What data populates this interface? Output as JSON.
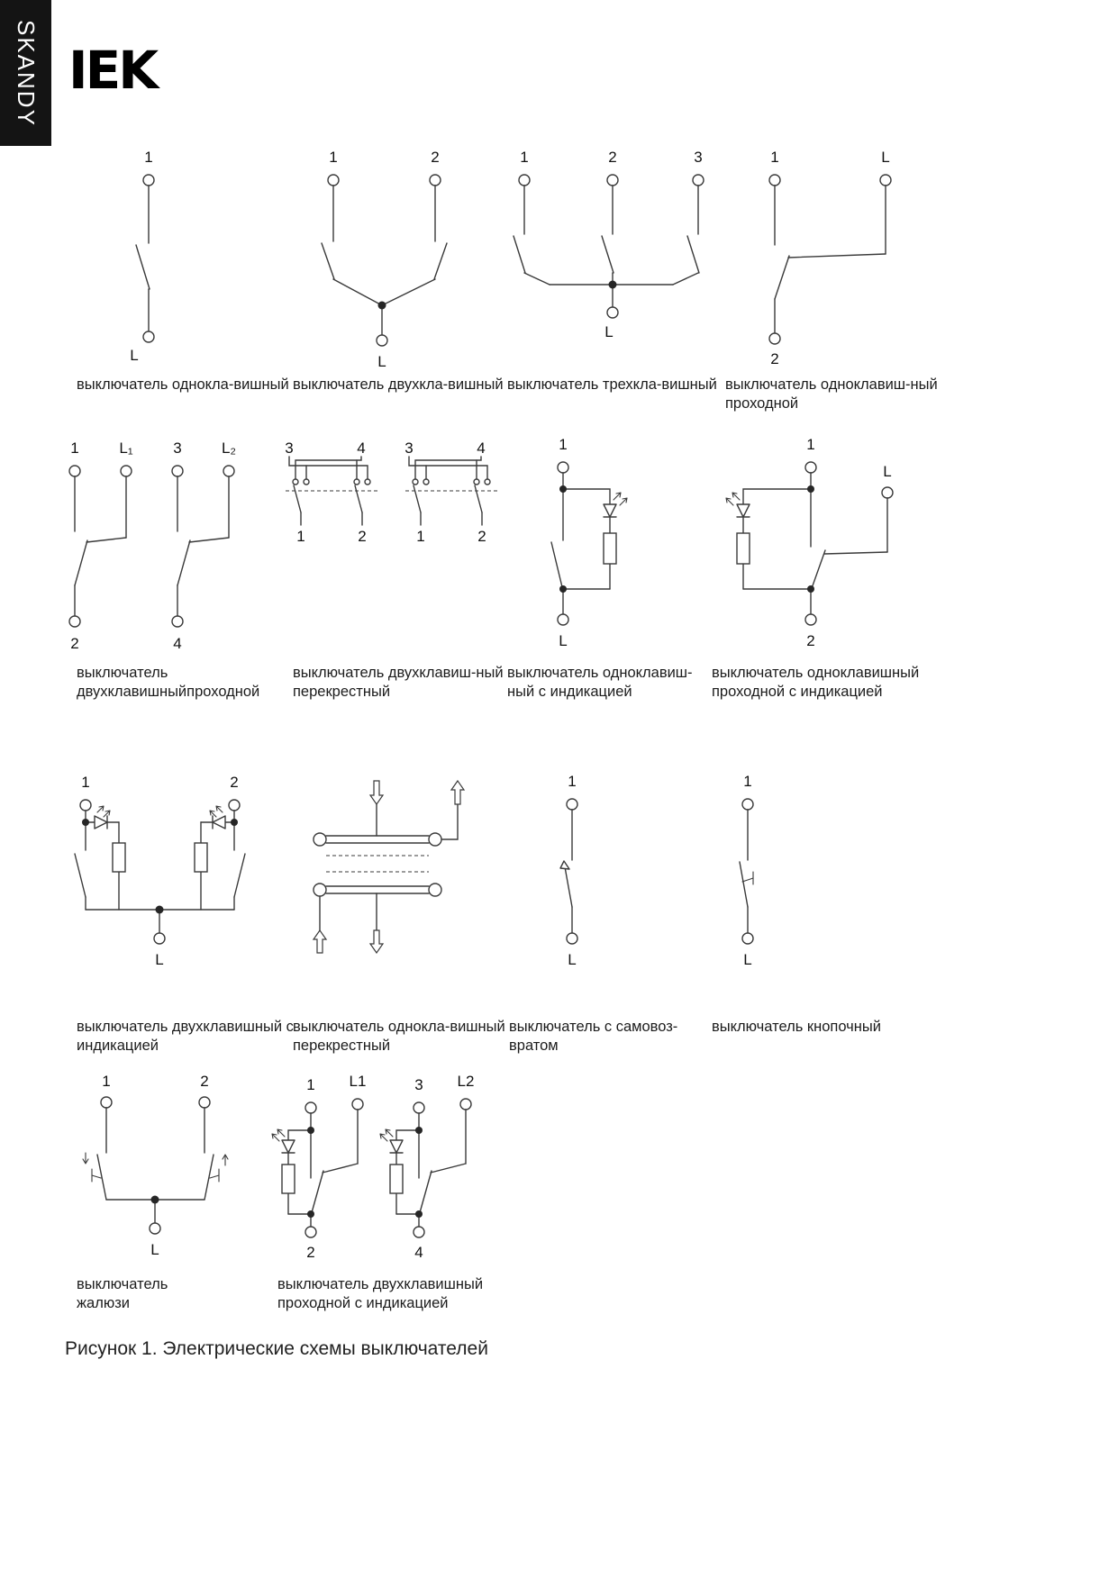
{
  "sidebar": {
    "series": "SKANDY"
  },
  "header": {
    "logo": "IEK"
  },
  "figure": {
    "caption": "Рисунок 1. Электрические схемы выключателей"
  },
  "d1": {
    "t1": "1",
    "tL": "L",
    "cap": [
      "выключатель однокла-вишный"
    ]
  },
  "d2": {
    "t1": "1",
    "t2": "2",
    "tL": "L",
    "cap": [
      "выключатель двухкла-вишный"
    ]
  },
  "d3": {
    "t1": "1",
    "t2": "2",
    "t3": "3",
    "tL": "L",
    "cap": [
      "выключатель трехкла-вишный"
    ]
  },
  "d4": {
    "t1": "1",
    "tL": "L",
    "t2": "2",
    "cap": [
      "выключатель одноклавиш-ный",
      "проходной"
    ]
  },
  "d5": {
    "t1": "1",
    "tL1": "L₁",
    "t3": "3",
    "tL2": "L₂",
    "t2": "2",
    "t4": "4",
    "cap": [
      "выключатель",
      "двухклавишныйпроходной"
    ]
  },
  "d6": {
    "t3": "3",
    "t4": "4",
    "t1": "1",
    "t2": "2",
    "cap": [
      "выключатель двухклавиш-ный",
      "перекрестный"
    ]
  },
  "d7": {
    "t1": "1",
    "tL": "L",
    "cap": [
      "выключатель одноклавиш-",
      "ный с индикацией"
    ]
  },
  "d8": {
    "t1": "1",
    "tL": "L",
    "t2": "2",
    "cap": [
      "выключатель одноклавишный",
      "проходной с индикацией"
    ]
  },
  "d9": {
    "t1": "1",
    "t2": "2",
    "tL": "L",
    "cap": [
      "выключатель двухклавишный с",
      "индикацией"
    ]
  },
  "d10": {
    "cap": [
      "выключатель однокла-вишный",
      "перекрестный"
    ]
  },
  "d11": {
    "t1": "1",
    "tL": "L",
    "cap": [
      "выключатель с самовоз-",
      "вратом"
    ]
  },
  "d12": {
    "t1": "1",
    "tL": "L",
    "cap": [
      "выключатель кнопочный"
    ]
  },
  "d13": {
    "t1": "1",
    "t2": "2",
    "tL": "L",
    "cap": [
      "выключатель",
      "жалюзи"
    ]
  },
  "d14": {
    "t1": "1",
    "tL1": "L1",
    "t3": "3",
    "tL2": "L2",
    "t2": "2",
    "t4": "4",
    "cap": [
      "выключатель двухклавишный",
      "проходной с индикацией"
    ]
  }
}
